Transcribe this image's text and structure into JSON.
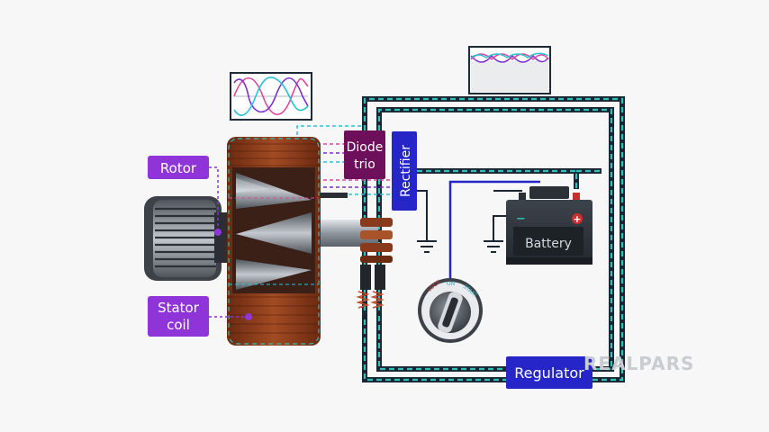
{
  "labels": {
    "rotor": "Rotor",
    "stator_line1": "Stator",
    "stator_line2": "coil",
    "diode_line1": "Diode",
    "diode_line2": "trio",
    "rectifier": "Rectifier",
    "battery": "Battery",
    "regulator": "Regulator",
    "battery_minus": "−",
    "battery_plus": "+"
  },
  "ignition_switch": {
    "positions": [
      "LOCK",
      "ON",
      "START"
    ]
  },
  "watermark": "REALPARS",
  "colors": {
    "label_purple": "#8e34d9",
    "diode_box": "#6e0f5c",
    "blue_box": "#2525c8",
    "wire_teal": "#2fc0b8",
    "wire_dark": "#1b2635",
    "phase_pink": "#e0459e",
    "phase_purple": "#7b2fd0",
    "phase_cyan": "#29c3d6",
    "copper": "#8a3a1c"
  }
}
